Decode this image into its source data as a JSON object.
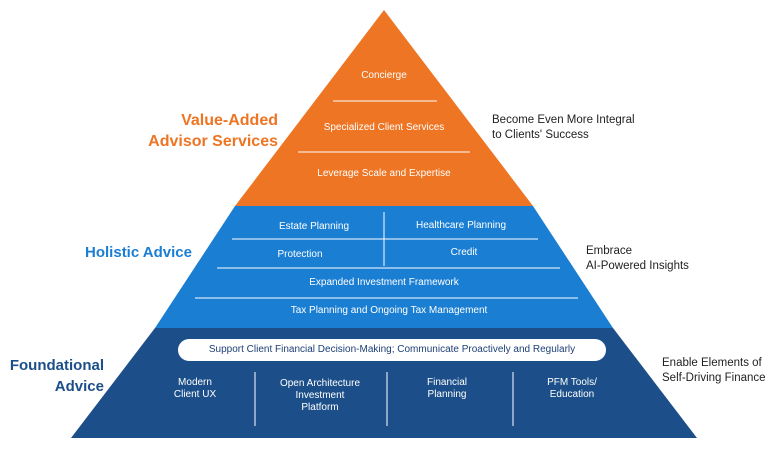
{
  "colors": {
    "top": "#ee7523",
    "middle": "#1a7ed3",
    "bottom": "#1c4f89",
    "top_label": "#ee7523",
    "middle_label": "#1a7ed3",
    "bottom_label": "#1c4f89"
  },
  "tiers": {
    "top": {
      "title_line1": "Value-Added",
      "title_line2": "Advisor Services",
      "items": [
        "Concierge",
        "Specialized Client Services",
        "Leverage Scale and Expertise"
      ],
      "side_line1": "Become Even More Integral",
      "side_line2": "to Clients' Success"
    },
    "middle": {
      "title": "Holistic Advice",
      "grid": [
        "Estate Planning",
        "Healthcare Planning",
        "Protection",
        "Credit"
      ],
      "rows": [
        "Expanded Investment Framework",
        "Tax Planning and Ongoing Tax Management"
      ],
      "side_line1": "Embrace",
      "side_line2": "AI-Powered Insights"
    },
    "bottom": {
      "title_line1": "Foundational",
      "title_line2": "Advice",
      "banner": "Support Client Financial Decision-Making; Communicate Proactively and Regularly",
      "columns": [
        {
          "l1": "Modern",
          "l2": "Client UX",
          "l3": ""
        },
        {
          "l1": "Open Architecture",
          "l2": "Investment",
          "l3": "Platform"
        },
        {
          "l1": "Financial",
          "l2": "Planning",
          "l3": ""
        },
        {
          "l1": "PFM Tools/",
          "l2": "Education",
          "l3": ""
        }
      ],
      "side_line1": "Enable Elements of",
      "side_line2": "Self-Driving Finance"
    }
  }
}
